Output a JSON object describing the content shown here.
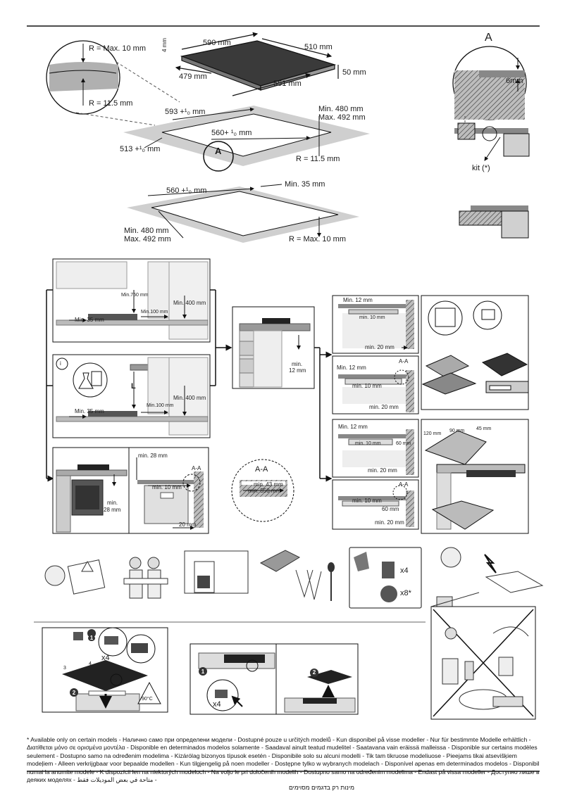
{
  "top_diagram": {
    "r_max10_top": "R = Max. 10 mm",
    "r_115_left": "R = 11.5 mm",
    "hob_width": "590 mm",
    "hob_depth_side": "510 mm",
    "hob_thickness": "4 mm",
    "hob_height": "50 mm",
    "hob_inner_depth": "479 mm",
    "hob_inner_width": "551 mm",
    "cutout_593": "593 +¹₀ mm",
    "cutout_560": "560+ ¹₀ mm",
    "cutout_513": "513 +¹₀ mm",
    "min_480": "Min. 480 mm",
    "max_492": "Max. 492 mm",
    "r_115_right": "R = 11.5 mm",
    "detail_label": "A",
    "cutout2_560": "560 +¹₀ mm",
    "min_35": "Min. 35 mm",
    "min_480_b": "Min. 480 mm",
    "max_492_b": "Max. 492 mm",
    "r_max10_b": "R = Max. 10 mm"
  },
  "detail_a": {
    "title": "A",
    "dim_6mm": "6mm",
    "kit": "kit (*)"
  },
  "clearances": {
    "min750": "Min.750 mm",
    "min400a": "Min. 400 mm",
    "min100a": "Min.100 mm",
    "min35a": "Min. 35 mm",
    "info_icon": "i",
    "L_label": "L",
    "min400b": "Min. 400 mm",
    "min100b": "Min.100 mm",
    "min35b": "Min. 35 mm",
    "min12_center": "min.",
    "min12_center2": "12 mm",
    "min28_oven": "min.",
    "min28_oven2": "28 mm",
    "min28_section": "min. 28 mm",
    "aa_section": "A-A",
    "min10_section": "min. 10 mm",
    "mm20_section": "20 mm",
    "aa_detail_title": "A-A",
    "min43": "min. 43 mm",
    "min550": "min. 550 mm"
  },
  "installs": {
    "p1_min12": "Min. 12 mm",
    "p1_min10": "min. 10 mm",
    "p1_min20": "min. 20 mm",
    "p2_min12": "Min. 12 mm",
    "p2_aa": "A-A",
    "p2_min10": "min. 10 mm",
    "p2_min20": "min. 20 mm",
    "p3_min12": "Min. 12 mm",
    "p3_min10": "min. 10 mm",
    "p3_60": "60 mm",
    "p3_min20": "min. 20 mm",
    "p4_aa": "A-A",
    "p4_min10": "min. 10 mm",
    "p4_60": "60 mm",
    "p4_min20": "min. 20 mm",
    "drawer_120": "120 mm",
    "drawer_90": "90 mm",
    "drawer_45": "45 mm"
  },
  "tools": {
    "x4": "x4",
    "x8": "x8*"
  },
  "bottom": {
    "step1": "1",
    "step2": "2",
    "x4_left": "x4",
    "num3": "3",
    "num4": "4",
    "deg90": "90°C",
    "step1b": "1",
    "step2b": "2",
    "x4_mid": "x4"
  },
  "footnote": {
    "main": "* Available only on certain models - Налично само при определени модели - Dostupné pouze u určitých modelů - Kun disponibel på visse modeller - Nur für bestimmte Modelle erhältlich - Διατίθεται μόνο σε ορισμένα μοντέλα - Disponible en determinados modelos solamente - Saadaval ainult teatud mudelitel - Saatavana vain eräissä malleissa - Disponible sur certains modèles seulement - Dostupno samo na određenim modelima - Kizárólag bizonyos típusok esetén - Disponibile solo su alcuni modelli - Tik tam tikruose modeliuose - Pieejams tikai atsevišķiem modeļiem - Alleen verkrijgbaar voor bepaalde modellen - Kun tilgjengelig på noen modeller - Dostępne tylko w wybranych modelach - Disponível apenas em determinados modelos - Disponibil numai la anumite modele - K dispozícii len na niektorých modeloch - Na voljo le pri določenih modelih - Dostupno samo na određenim modelima - Endast på vissa modeller - Доступно лише в деяких моделях - متاحة في بعض الموديلات فقط -",
    "hebrew": "מינות רק בדגמים מסוימים"
  }
}
